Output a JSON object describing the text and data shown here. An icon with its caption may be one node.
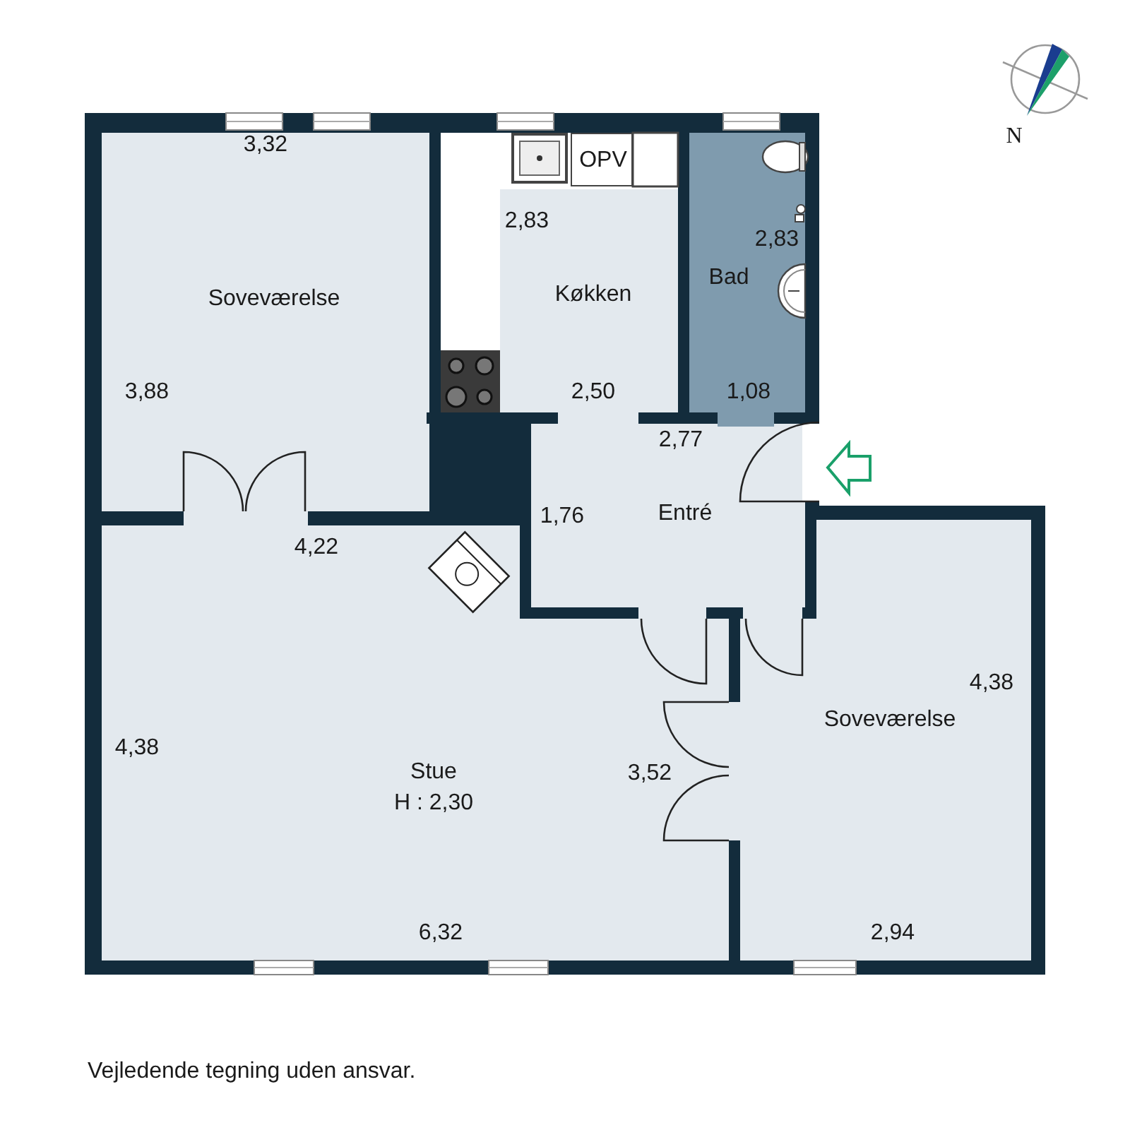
{
  "diagram": {
    "nodes": [
      {
        "text": [
          "Soveværelse"
        ]
      },
      {
        "text": [
          "Køkken"
        ]
      },
      {
        "text": [
          "Bad"
        ]
      },
      {
        "text": [
          "Entré"
        ]
      },
      {
        "text": [
          "Stue",
          "H : 2,30"
        ]
      },
      {
        "text": [
          "Soveværelse"
        ]
      },
      {
        "text": [
          "OPV"
        ]
      }
    ],
    "labels": [
      "3,32",
      "3,88",
      "4,22",
      "2,83",
      "2,50",
      "2,83",
      "1,08",
      "2,77",
      "1,76",
      "4,38",
      "3,52",
      "6,32",
      "4,38",
      "2,94",
      "N",
      "Vejledende tegning uden ansvar."
    ]
  }
}
